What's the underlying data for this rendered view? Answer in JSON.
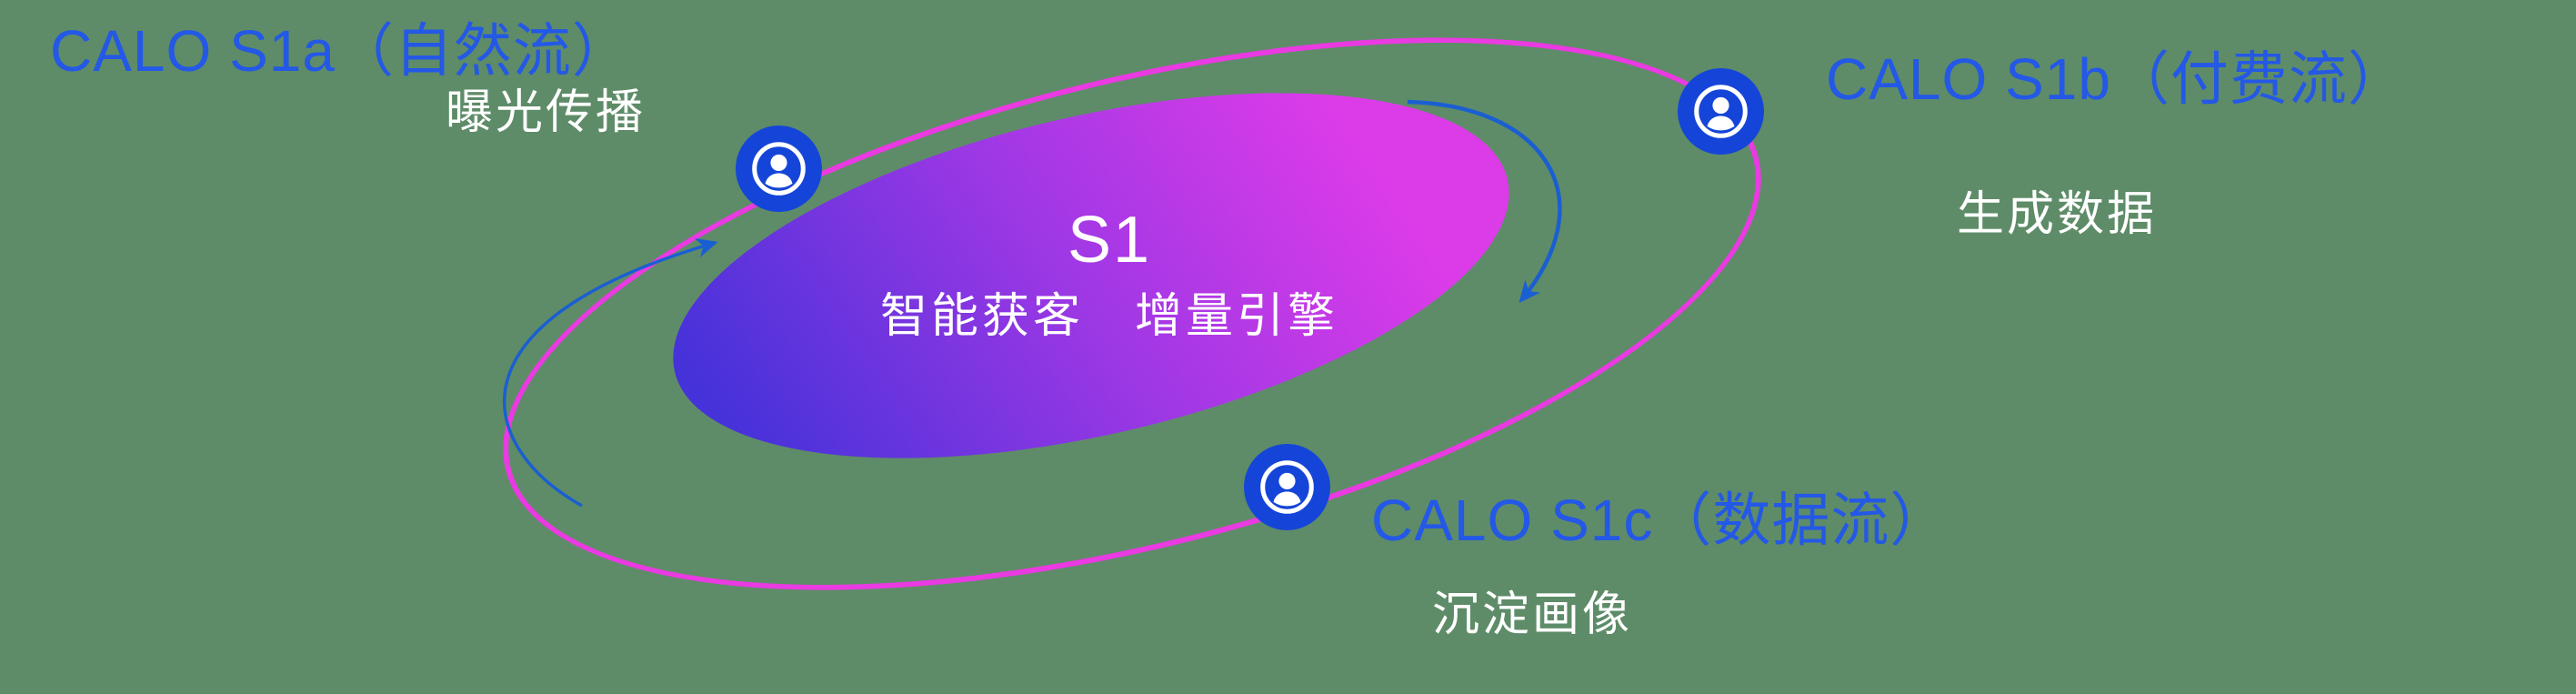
{
  "canvas": {
    "background": "#5e8c68"
  },
  "core": {
    "title": "S1",
    "subtitle": "智能获客　增量引擎"
  },
  "satellites": [
    {
      "id": "s1a",
      "label": "CALO S1a（自然流）",
      "caption": "曝光传播",
      "icon": "user-in-circle-icon"
    },
    {
      "id": "s1b",
      "label": "CALO S1b（付费流）",
      "caption": "生成数据",
      "icon": "user-in-circle-icon"
    },
    {
      "id": "s1c",
      "label": "CALO S1c（数据流）",
      "caption": "沉淀画像",
      "icon": "user-in-circle-icon"
    }
  ],
  "colors": {
    "background_green": "#5e8c68",
    "label_blue": "#2458e6",
    "orbit_pink": "#ea3ae2",
    "icon_blue": "#1545d8",
    "arrow_blue": "#1a5fd2",
    "grad_blue": "#4632d9",
    "grad_magenta": "#dc3be8",
    "text_white": "#ffffff"
  }
}
